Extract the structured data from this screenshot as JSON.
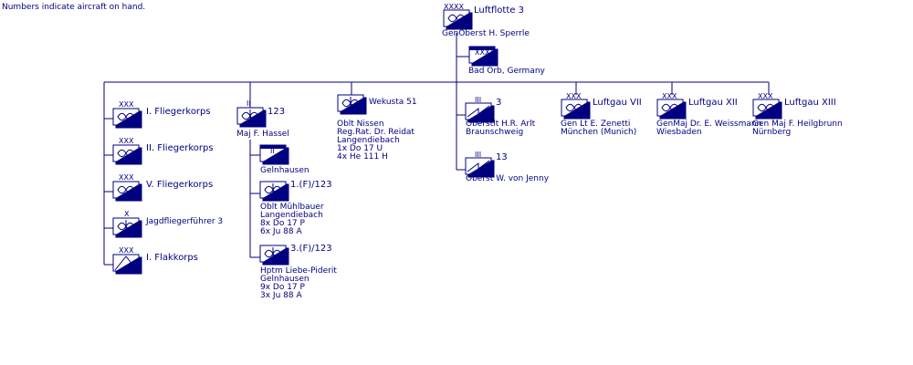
{
  "note": "Numbers indicate aircraft on hand.",
  "hq": {
    "name": "Luftflotte 3",
    "echelon": "XXXX",
    "commander": "GenOberst  H. Sperrle",
    "location_echelon": "XXXX",
    "location": "Bad Orb, Germany"
  },
  "korps": [
    {
      "name": "I. Fliegerkorps",
      "echelon": "XXX"
    },
    {
      "name": "II. Fliegerkorps",
      "echelon": "XXX"
    },
    {
      "name": "V. Fliegerkorps",
      "echelon": "XXX"
    },
    {
      "name": "Jagdfliegerführer 3",
      "echelon": "X"
    },
    {
      "name": "I. Flakkorps",
      "echelon": "XXX"
    }
  ],
  "recon": {
    "echelon": "II",
    "number": "123",
    "commander": "Maj  F. Hassel",
    "hq_echelon": "II",
    "hq_location": "Gelnhausen",
    "staffeln": [
      {
        "name": "1.(F)/123",
        "commander": "Oblt  Mühlbauer",
        "location": "Langendiebach",
        "aircraft": [
          "8x Do 17 P",
          "6x Ju 88 A"
        ]
      },
      {
        "name": "3.(F)/123",
        "commander": "Hptm  Liebe-Piderit",
        "location": "Gelnhausen",
        "aircraft": [
          "9x Do 17 P",
          "3x Ju 88 A"
        ]
      }
    ]
  },
  "wekusta": {
    "name": "Wekusta 51",
    "commander": "Oblt  Nissen",
    "commander2": "Reg.Rat.  Dr. Reidat",
    "location": "Langendiebach",
    "aircraft": [
      "1x Do 17 U",
      "4x He 111 H"
    ]
  },
  "transport": [
    {
      "echelon": "III",
      "number": "3",
      "commander": "Oberstlt  H.R. Arlt",
      "location": "Braunschweig"
    },
    {
      "echelon": "III",
      "number": "13",
      "commander": "Oberst W. von Jenny"
    }
  ],
  "luftgaue": [
    {
      "name": "Luftgau VII",
      "echelon": "XXX",
      "commander": "Gen Lt  E. Zenetti",
      "location": "München (Munich)"
    },
    {
      "name": "Luftgau XII",
      "echelon": "XXX",
      "commander": "GenMaj  Dr. E. Weissmann",
      "location": "Wiesbaden"
    },
    {
      "name": "Luftgau XIII",
      "echelon": "XXX",
      "commander": "Gen Maj  F. Heilgbrunn",
      "location": "Nürnberg"
    }
  ],
  "colors": {
    "ink": "#000080",
    "background": "#ffffff"
  }
}
